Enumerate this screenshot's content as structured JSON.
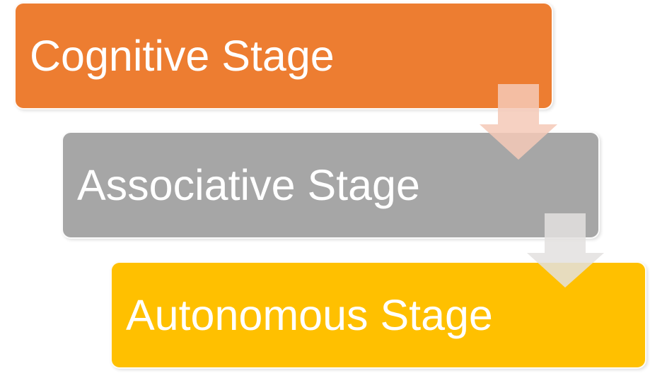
{
  "diagram": {
    "type": "staggered-step-down-process",
    "background_color": "#FFFFFF",
    "text_color": "#FFFFFF",
    "stages": [
      {
        "label": "Cognitive Stage",
        "color": "#ED7D31"
      },
      {
        "label": "Associative Stage",
        "color": "#A6A6A6"
      },
      {
        "label": "Autonomous Stage",
        "color": "#FFC000"
      }
    ],
    "arrows": [
      {
        "name": "down-arrow-cognitive-to-associative",
        "color": "#F5C9B7",
        "opacity": "0.85",
        "direction": "down"
      },
      {
        "name": "down-arrow-associative-to-autonomous",
        "color": "#E3E1DF",
        "opacity": "0.85",
        "direction": "down"
      }
    ]
  }
}
